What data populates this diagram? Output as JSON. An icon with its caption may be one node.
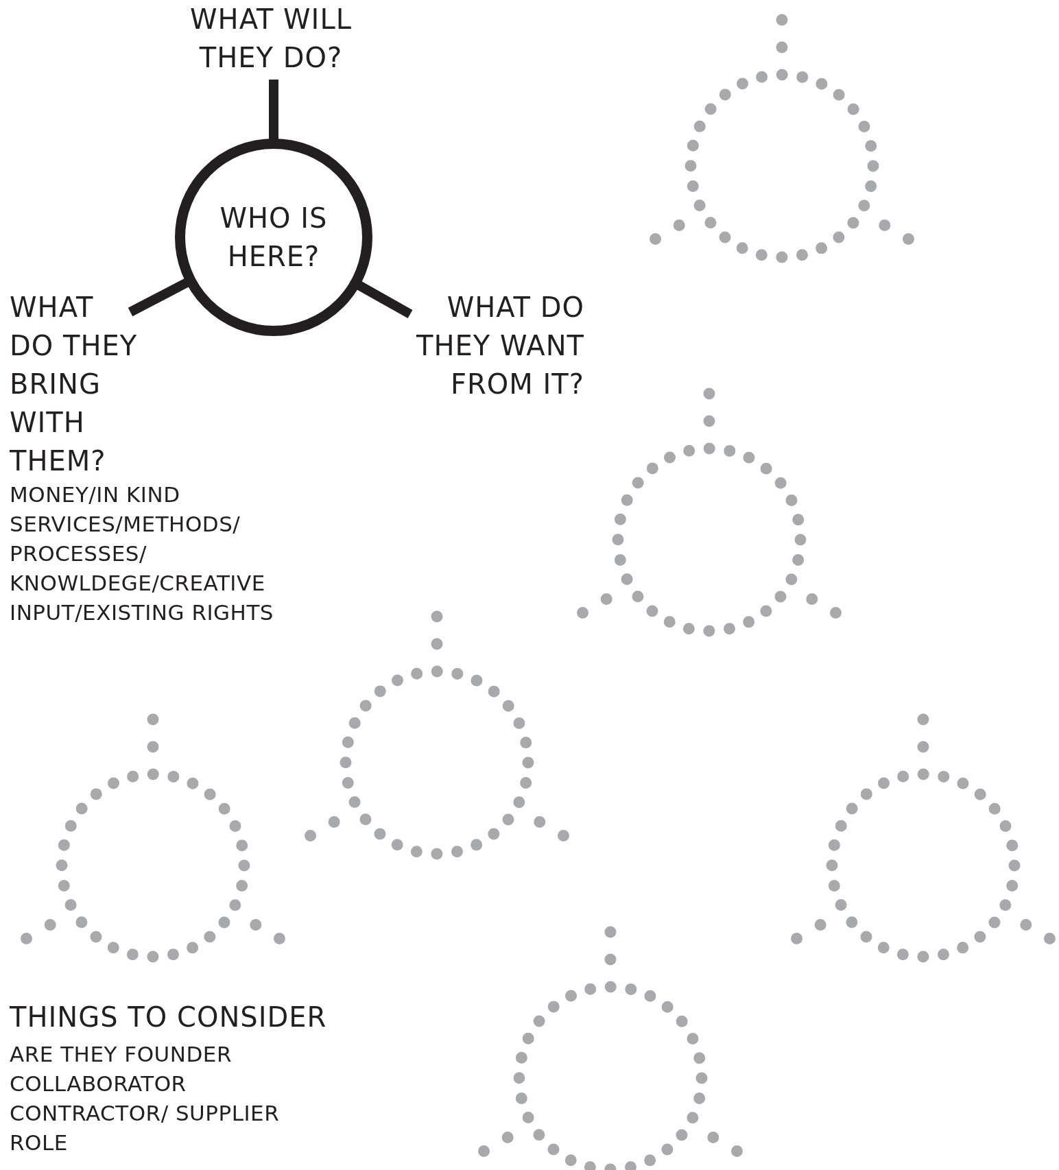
{
  "diagram": {
    "nodes": [
      {
        "text": [
          "WHAT WILL THEY DO?"
        ]
      },
      {
        "text": [
          "WHO IS HERE?"
        ]
      },
      {
        "text": [
          "WHAT DO THEY BRING WITH THEM?",
          "MONEY/IN KIND SERVICES/METHODS/ PROCESSES/ KNOWLDEGE/CREATIVE INPUT/EXISTING RIGHTS"
        ]
      },
      {
        "text": [
          "WHAT DO THEY WANT FROM IT?"
        ]
      },
      {
        "text": [],
        "shape": "circle"
      },
      {
        "text": [],
        "shape": "circle"
      },
      {
        "text": [],
        "shape": "circle"
      },
      {
        "text": [],
        "shape": "circle"
      },
      {
        "text": [],
        "shape": "circle"
      },
      {
        "text": [],
        "shape": "circle"
      }
    ],
    "edges": [
      {
        "from": 1,
        "to": 0,
        "arrow": "none"
      },
      {
        "from": 1,
        "to": 2,
        "arrow": "none"
      },
      {
        "from": 1,
        "to": 3,
        "arrow": "none"
      }
    ],
    "labels": [
      "THINGS TO CONSIDER",
      "ARE THEY FOUNDER COLLABORATOR CONTRACTOR/ SUPPLIER ROLE"
    ]
  }
}
